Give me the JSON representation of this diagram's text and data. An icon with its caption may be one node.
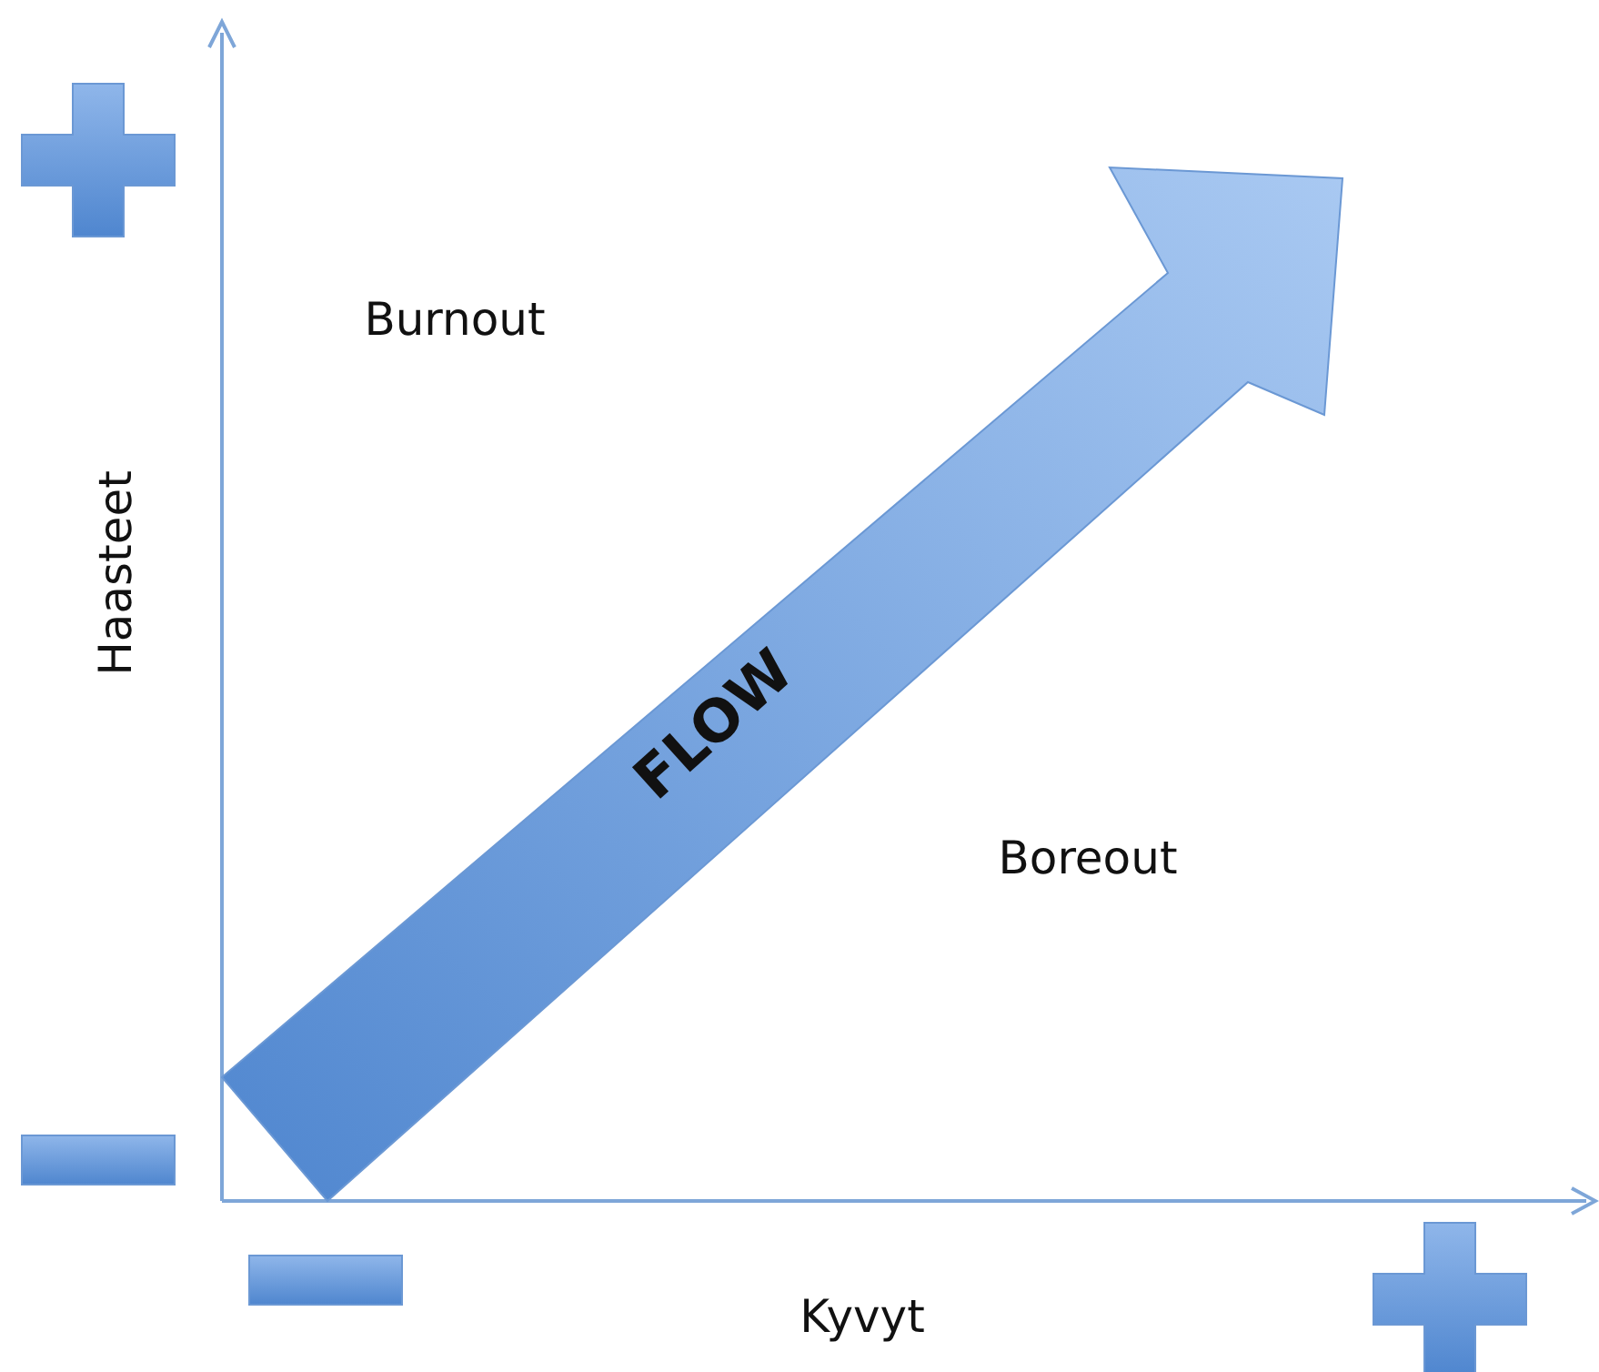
{
  "diagram": {
    "nodes": [
      {
        "text": [
          "FLOW"
        ]
      }
    ],
    "labels": [
      "Burnout",
      "Haasteet",
      "Boreout",
      "Kyvyt"
    ]
  }
}
